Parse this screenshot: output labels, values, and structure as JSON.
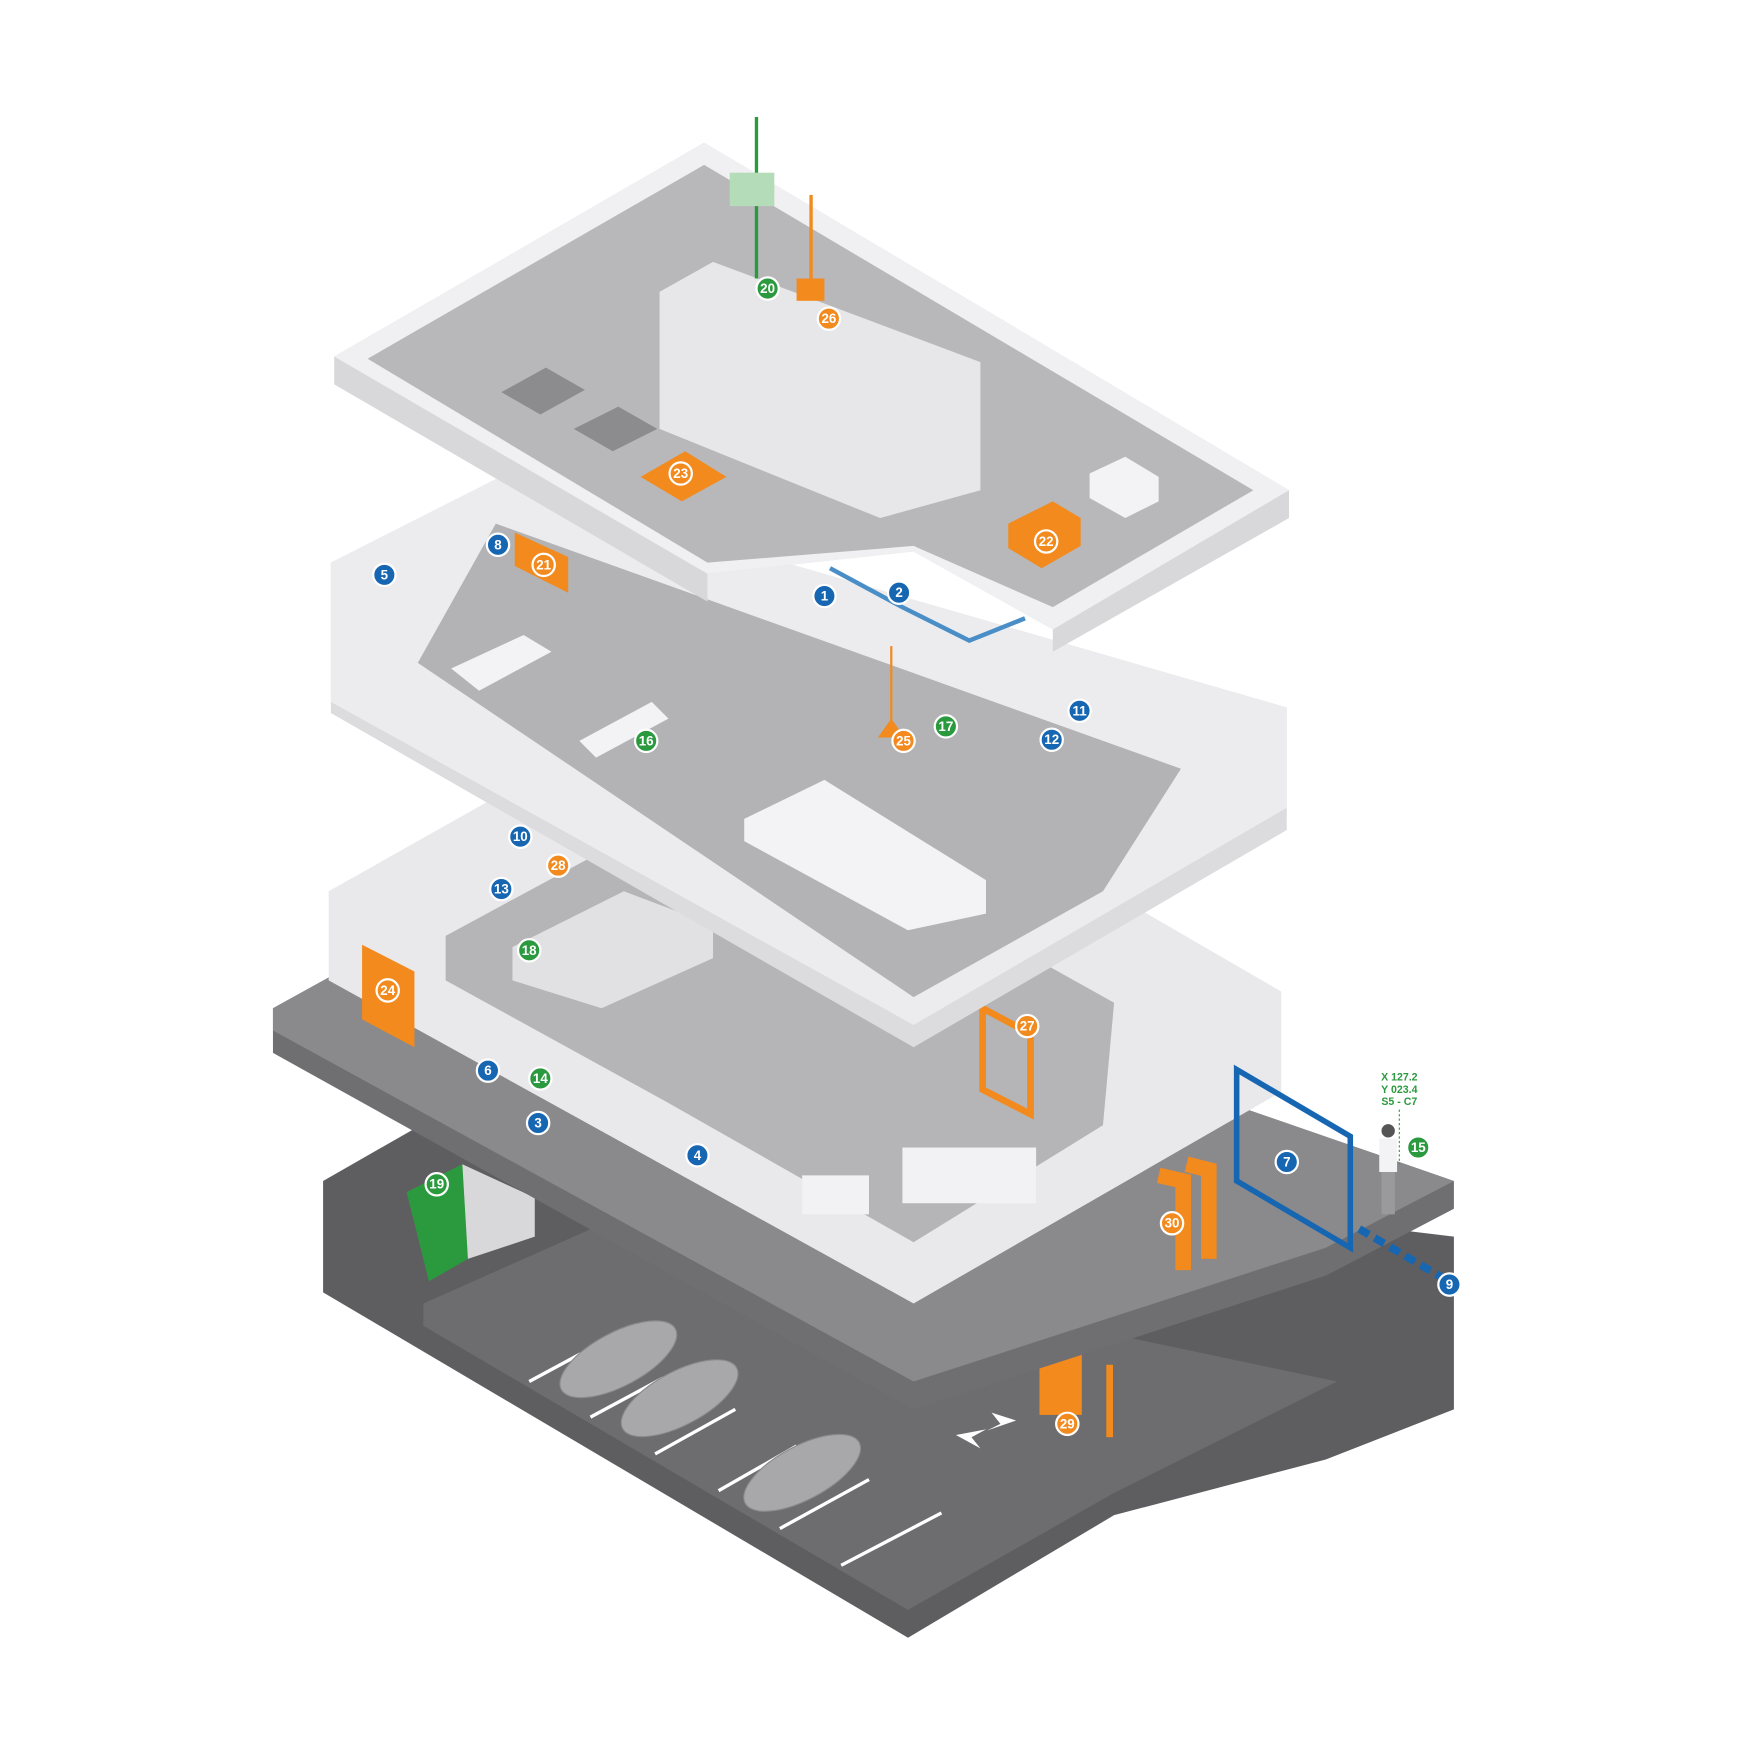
{
  "title": "Smart building isometric overview",
  "colors": {
    "blue": "#1766b2",
    "green": "#2b9a3e",
    "orange": "#f28a1e",
    "slab": "#bdbdbf",
    "wall": "#ececee",
    "ground": "#7b7b7d",
    "basement": "#5e5e60"
  },
  "position_readout": {
    "x": "X 127.2",
    "y": "Y 023.4",
    "zone": "S5 - C7"
  },
  "markers": [
    {
      "n": "1",
      "color": "blue"
    },
    {
      "n": "2",
      "color": "blue"
    },
    {
      "n": "3",
      "color": "blue"
    },
    {
      "n": "4",
      "color": "blue"
    },
    {
      "n": "5",
      "color": "blue"
    },
    {
      "n": "6",
      "color": "blue"
    },
    {
      "n": "7",
      "color": "blue"
    },
    {
      "n": "8",
      "color": "blue"
    },
    {
      "n": "9",
      "color": "blue"
    },
    {
      "n": "10",
      "color": "blue"
    },
    {
      "n": "11",
      "color": "blue"
    },
    {
      "n": "12",
      "color": "blue"
    },
    {
      "n": "13",
      "color": "blue"
    },
    {
      "n": "14",
      "color": "green"
    },
    {
      "n": "15",
      "color": "green"
    },
    {
      "n": "16",
      "color": "green"
    },
    {
      "n": "17",
      "color": "green"
    },
    {
      "n": "18",
      "color": "green"
    },
    {
      "n": "19",
      "color": "green"
    },
    {
      "n": "20",
      "color": "green"
    },
    {
      "n": "21",
      "color": "orange"
    },
    {
      "n": "22",
      "color": "orange"
    },
    {
      "n": "23",
      "color": "orange"
    },
    {
      "n": "24",
      "color": "orange"
    },
    {
      "n": "25",
      "color": "orange"
    },
    {
      "n": "26",
      "color": "orange"
    },
    {
      "n": "27",
      "color": "orange"
    },
    {
      "n": "28",
      "color": "orange"
    },
    {
      "n": "29",
      "color": "orange"
    },
    {
      "n": "30",
      "color": "orange"
    }
  ]
}
